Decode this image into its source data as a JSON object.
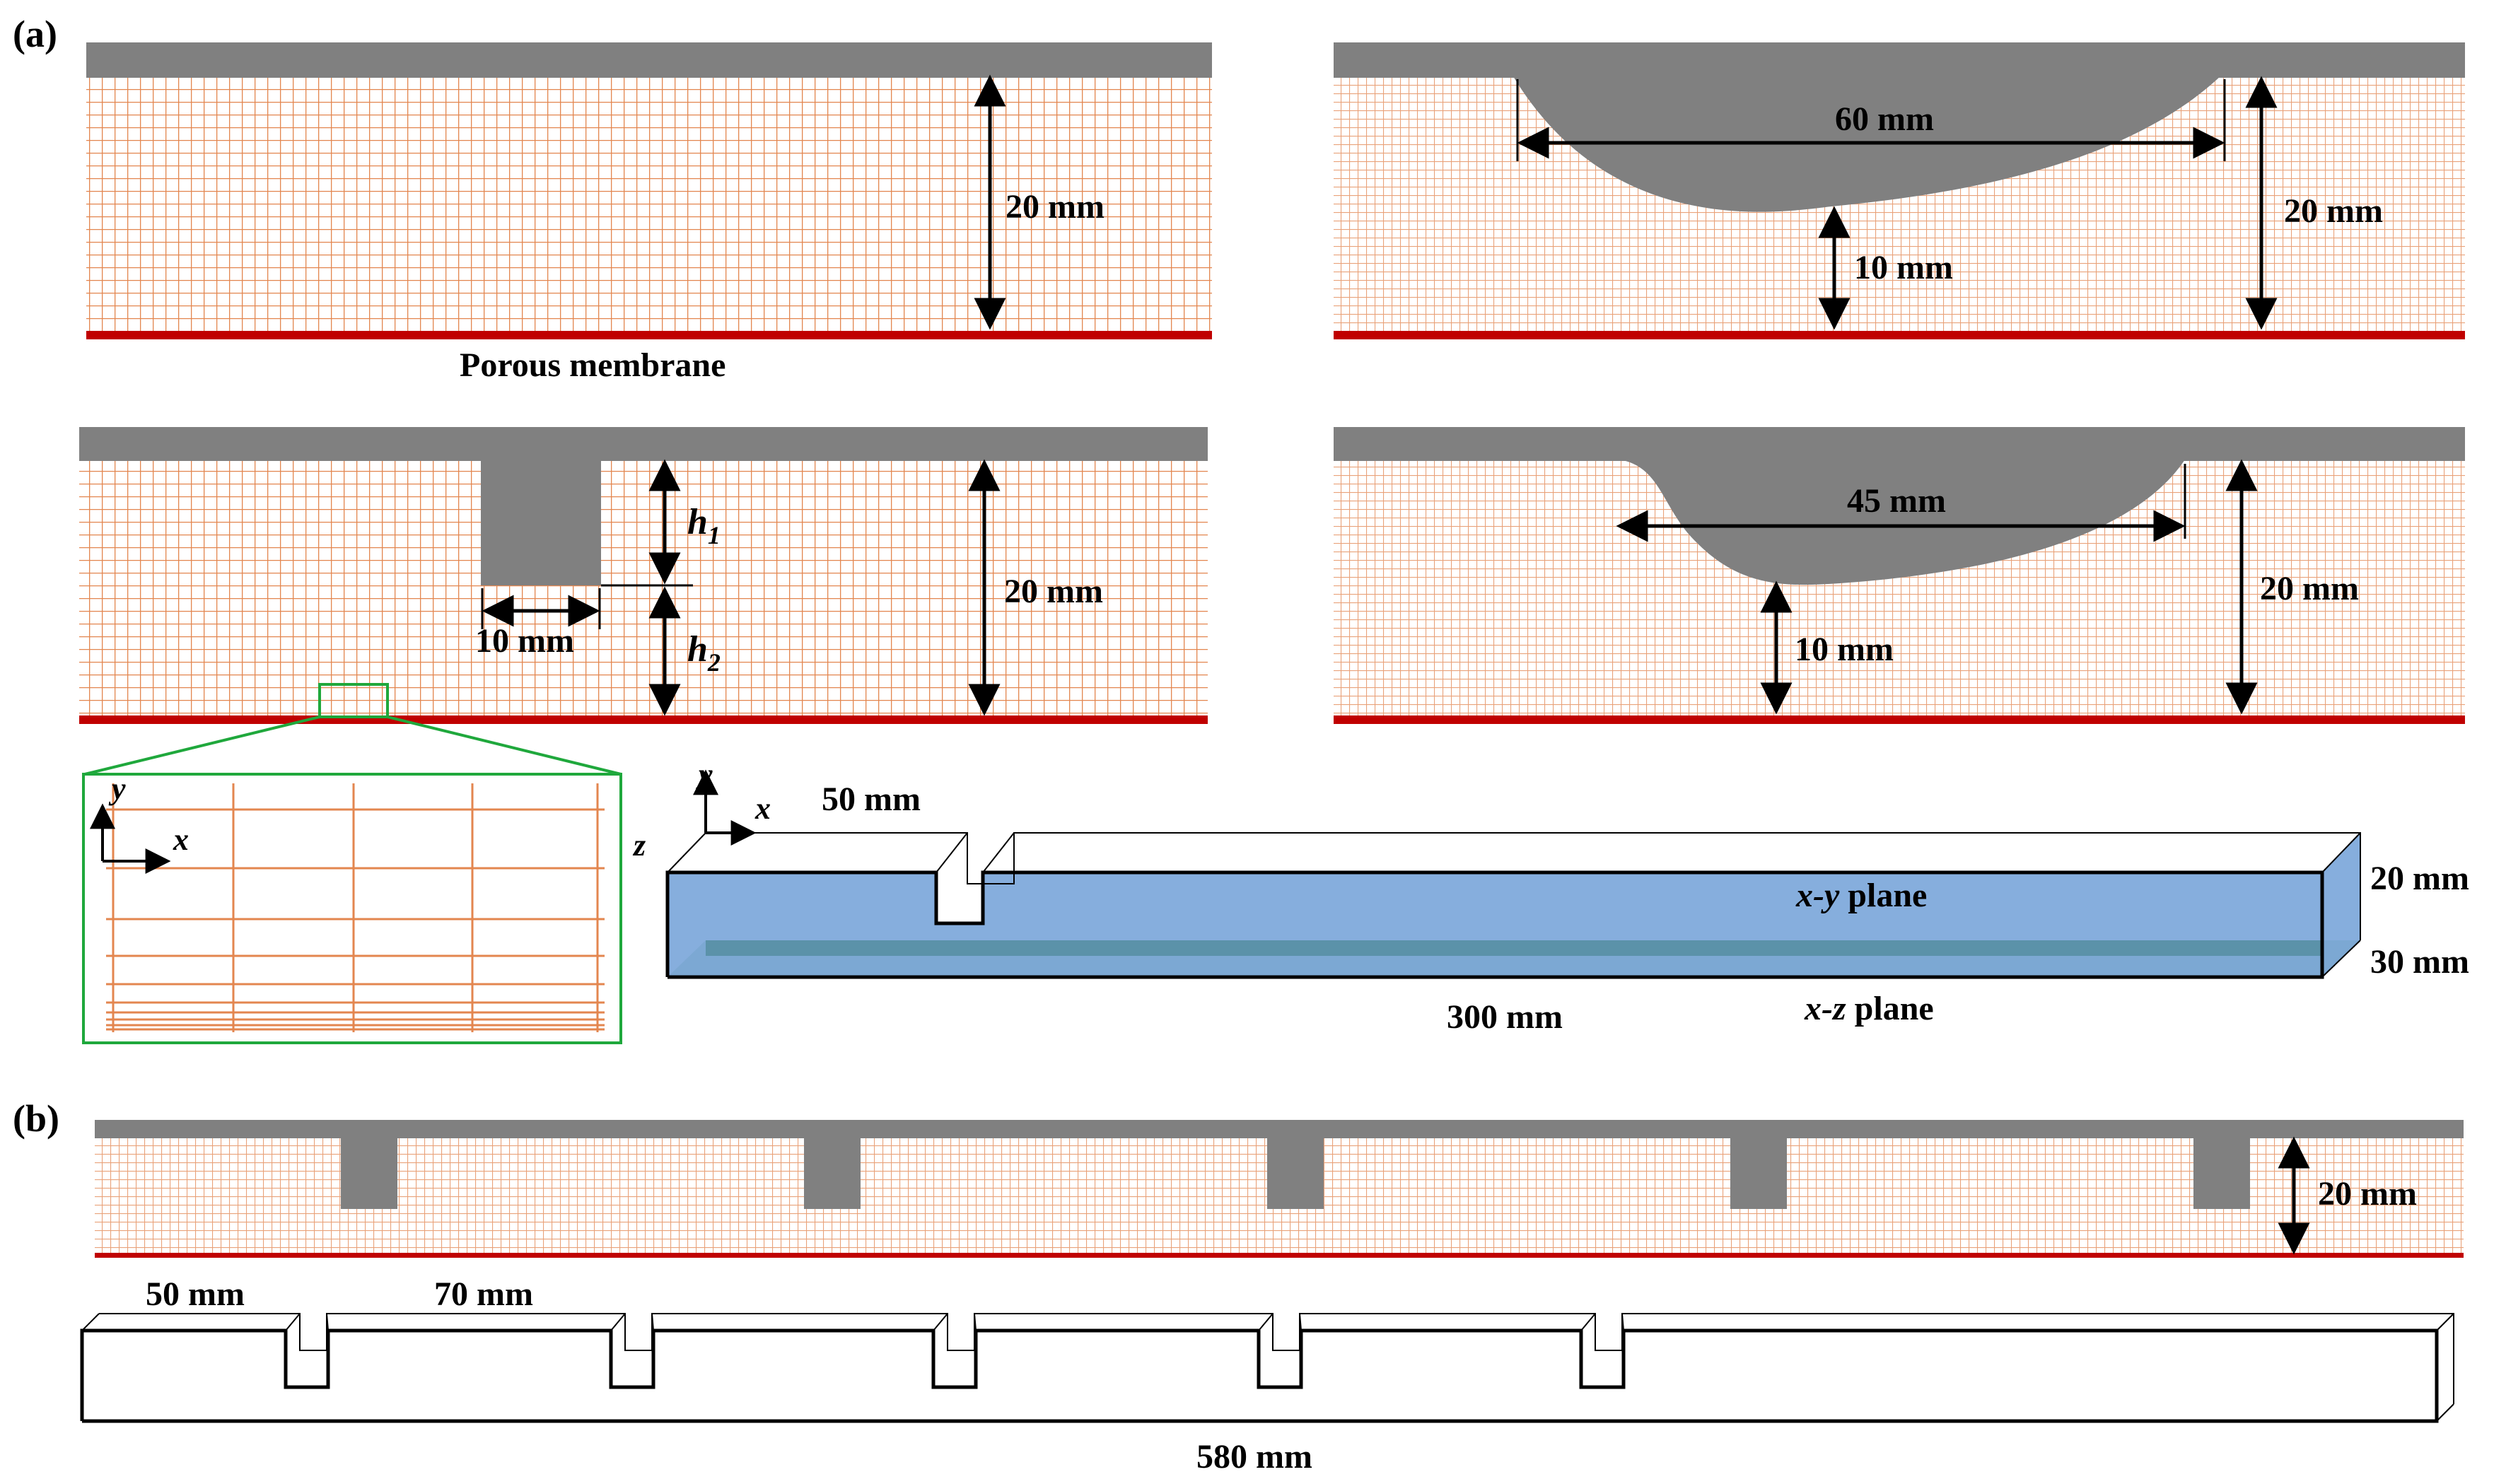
{
  "colors": {
    "mesh": "#e3864f",
    "mesh_fine": "#e9a27a",
    "solid": "#808080",
    "membrane": "#c00000",
    "plane_xy": "#7ca7da",
    "plane_xz": "#7fb27a",
    "zoom_box": "#1fa83c",
    "outline": "#000000"
  },
  "panel_a": {
    "label": "(a)",
    "flat_channel": {
      "height_label": "20 mm",
      "membrane_label": "Porous membrane"
    },
    "rect_spacer": {
      "h1_label": "h",
      "h1_sub": "1",
      "h2_label": "h",
      "h2_sub": "2",
      "width_label": "10 mm",
      "height_label": "20 mm"
    },
    "arc_spacer_60": {
      "width_label": "60 mm",
      "gap_label": "10 mm",
      "height_label": "20 mm"
    },
    "arc_spacer_45": {
      "width_label": "45 mm",
      "gap_label": "10 mm",
      "height_label": "20 mm"
    },
    "zoom_axes": {
      "y": "y",
      "x": "x"
    },
    "domain_3d": {
      "axis_y": "y",
      "axis_x": "x",
      "axis_z": "z",
      "spacer_offset_label": "50 mm",
      "xy_plane_label_italic": "x-y",
      "xy_plane_label_rest": " plane",
      "xz_plane_label_italic": "x-z",
      "xz_plane_label_rest": " plane",
      "length_label": "300 mm",
      "height_label": "20 mm",
      "depth_label": "30 mm"
    }
  },
  "panel_b": {
    "label": "(b)",
    "height_label": "20 mm",
    "first_offset_label": "50 mm",
    "pitch_label": "70 mm",
    "length_label": "580 mm"
  }
}
